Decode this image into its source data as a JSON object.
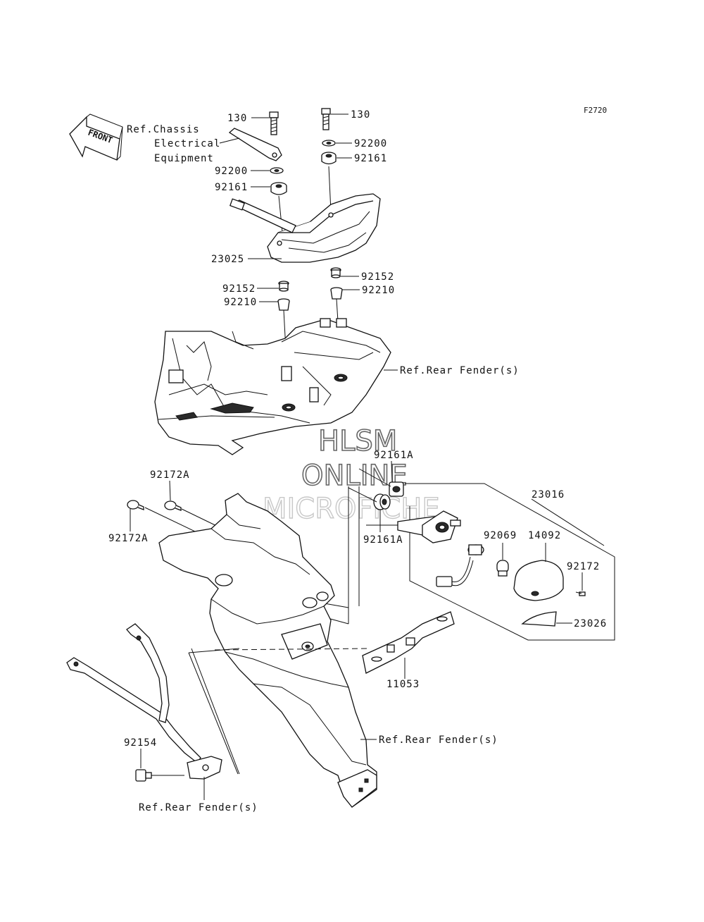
{
  "figure_code": "F2720",
  "front_marker": "FRONT",
  "labels": {
    "bolt_130_left": "130",
    "bolt_130_right": "130",
    "ref_chassis_line1": "Ref.Chassis",
    "ref_chassis_line2": "Electrical",
    "ref_chassis_line3": "Equipment",
    "washer_92200_left": "92200",
    "washer_92200_right": "92200",
    "grommet_92161_left": "92161",
    "grommet_92161_right": "92161",
    "taillight_23025": "23025",
    "collar_92152_left": "92152",
    "collar_92152_right": "92152",
    "collar_92210_left": "92210",
    "collar_92210_right": "92210",
    "ref_rear_fender_top": "Ref.Rear Fender(s)",
    "grommet_92161A_top": "92161A",
    "grommet_92161A_bottom": "92161A",
    "clip_92172A_top": "92172A",
    "clip_92172A_bottom": "92172A",
    "license_lamp_23016": "23016",
    "bulb_92069": "92069",
    "cover_14092": "14092",
    "screw_92172": "92172",
    "lens_23026": "23026",
    "bracket_11053": "11053",
    "ref_rear_fender_mid": "Ref.Rear Fender(s)",
    "bolt_92154": "92154",
    "ref_rear_fender_bottom": "Ref.Rear Fender(s)"
  },
  "watermark": {
    "line1": "HLSM",
    "line2": "ONLINE",
    "line3": "MICROFICHE"
  }
}
